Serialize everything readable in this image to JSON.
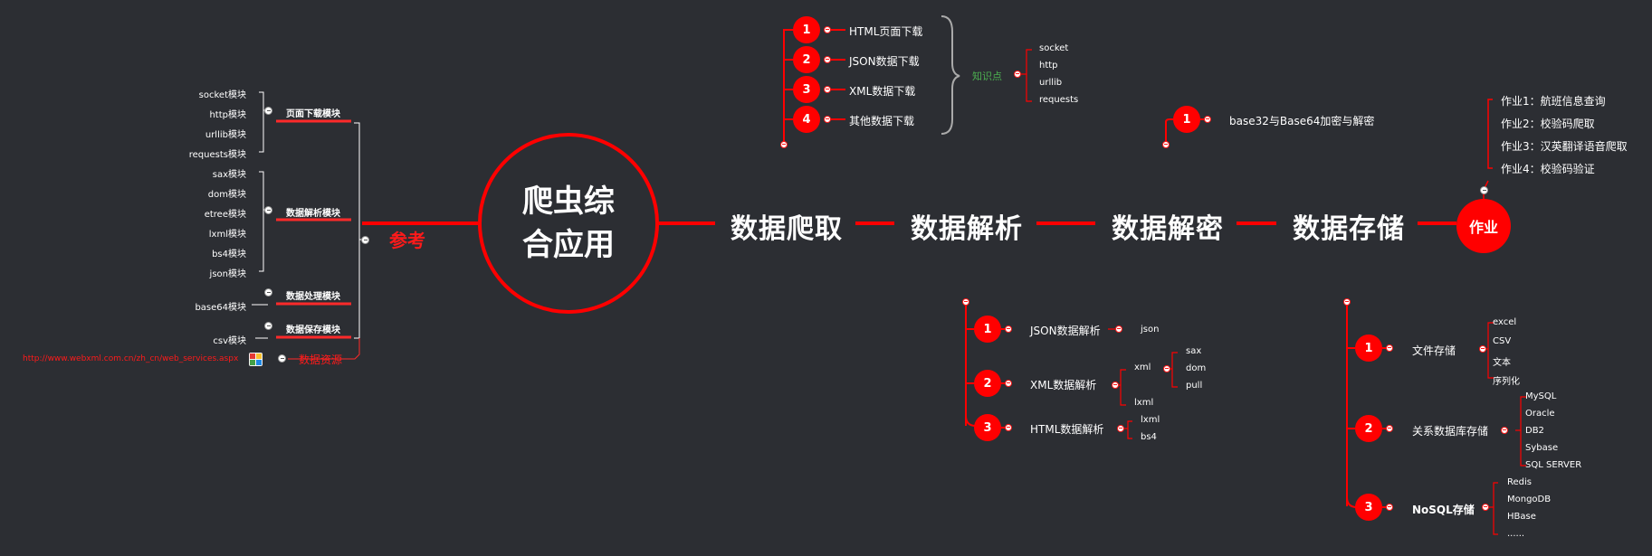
{
  "center": {
    "line1": "爬虫综",
    "line2": "合应用"
  },
  "main_nodes": [
    "数据爬取",
    "数据解析",
    "数据解密",
    "数据存储"
  ],
  "homework": {
    "label": "作业",
    "items": [
      "作业1：航班信息查询",
      "作业2：校验码爬取",
      "作业3：汉英翻译语音爬取",
      "作业4：校验码验证"
    ]
  },
  "reference": {
    "label": "参考",
    "groups": [
      {
        "label": "页面下载模块",
        "items": [
          "socket模块",
          "http模块",
          "urllib模块",
          "requests模块"
        ]
      },
      {
        "label": "数据解析模块",
        "items": [
          "sax模块",
          "dom模块",
          "etree模块",
          "lxml模块",
          "bs4模块",
          "json模块"
        ]
      },
      {
        "label": "数据处理模块",
        "items": [
          "base64模块"
        ]
      },
      {
        "label": "数据保存模块",
        "items": [
          "csv模块"
        ]
      }
    ],
    "resource": {
      "label": "数据资源",
      "url": "http://www.webxml.com.cn/zh_cn/web_services.aspx"
    }
  },
  "crawl": {
    "numbers": [
      "1",
      "2",
      "3",
      "4"
    ],
    "items": [
      "HTML页面下载",
      "JSON数据下载",
      "XML数据下载",
      "其他数据下载"
    ],
    "knowledge_label": "知识点",
    "knowledge": [
      "socket",
      "http",
      "urllib",
      "requests"
    ]
  },
  "decrypt": {
    "number": "1",
    "item": "base32与Base64加密与解密"
  },
  "parse": {
    "items": [
      {
        "number": "1",
        "label": "JSON数据解析",
        "children": [
          "json"
        ]
      },
      {
        "number": "2",
        "label": "XML数据解析",
        "xml": "xml",
        "xml_children": [
          "sax",
          "dom",
          "pull"
        ],
        "lxml": "lxml"
      },
      {
        "number": "3",
        "label": "HTML数据解析",
        "children": [
          "lxml",
          "bs4"
        ]
      }
    ]
  },
  "storage": {
    "items": [
      {
        "number": "1",
        "label": "文件存储",
        "children": [
          "excel",
          "CSV",
          "文本",
          "序列化"
        ]
      },
      {
        "number": "2",
        "label": "关系数据库存储",
        "children": [
          "MySQL",
          "Oracle",
          "DB2",
          "Sybase",
          "SQL SERVER"
        ]
      },
      {
        "number": "3",
        "label": "NoSQL存储",
        "children": [
          "Redis",
          "MongoDB",
          "HBase",
          "......"
        ]
      }
    ]
  },
  "colors": {
    "background": "#2c2e33",
    "accent": "#ff0000",
    "knowledge": "#4caf50"
  }
}
